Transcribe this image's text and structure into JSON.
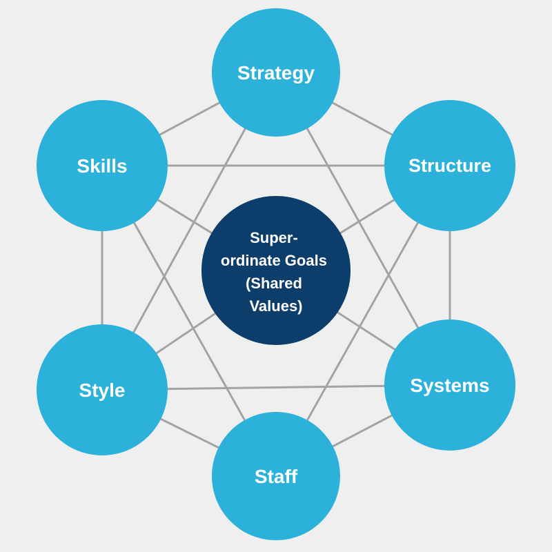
{
  "colors": {
    "background": "#efefef",
    "outer_node": "#2cb1da",
    "center_node": "#0d3e6b",
    "connector": "#a3a3a3",
    "label": "#ffffff"
  },
  "center": {
    "lines": [
      "Super-",
      "ordinate Goals",
      "(Shared",
      "Values)"
    ]
  },
  "nodes": {
    "strategy": "Strategy",
    "structure": "Structure",
    "systems": "Systems",
    "staff": "Staff",
    "style": "Style",
    "skills": "Skills"
  }
}
